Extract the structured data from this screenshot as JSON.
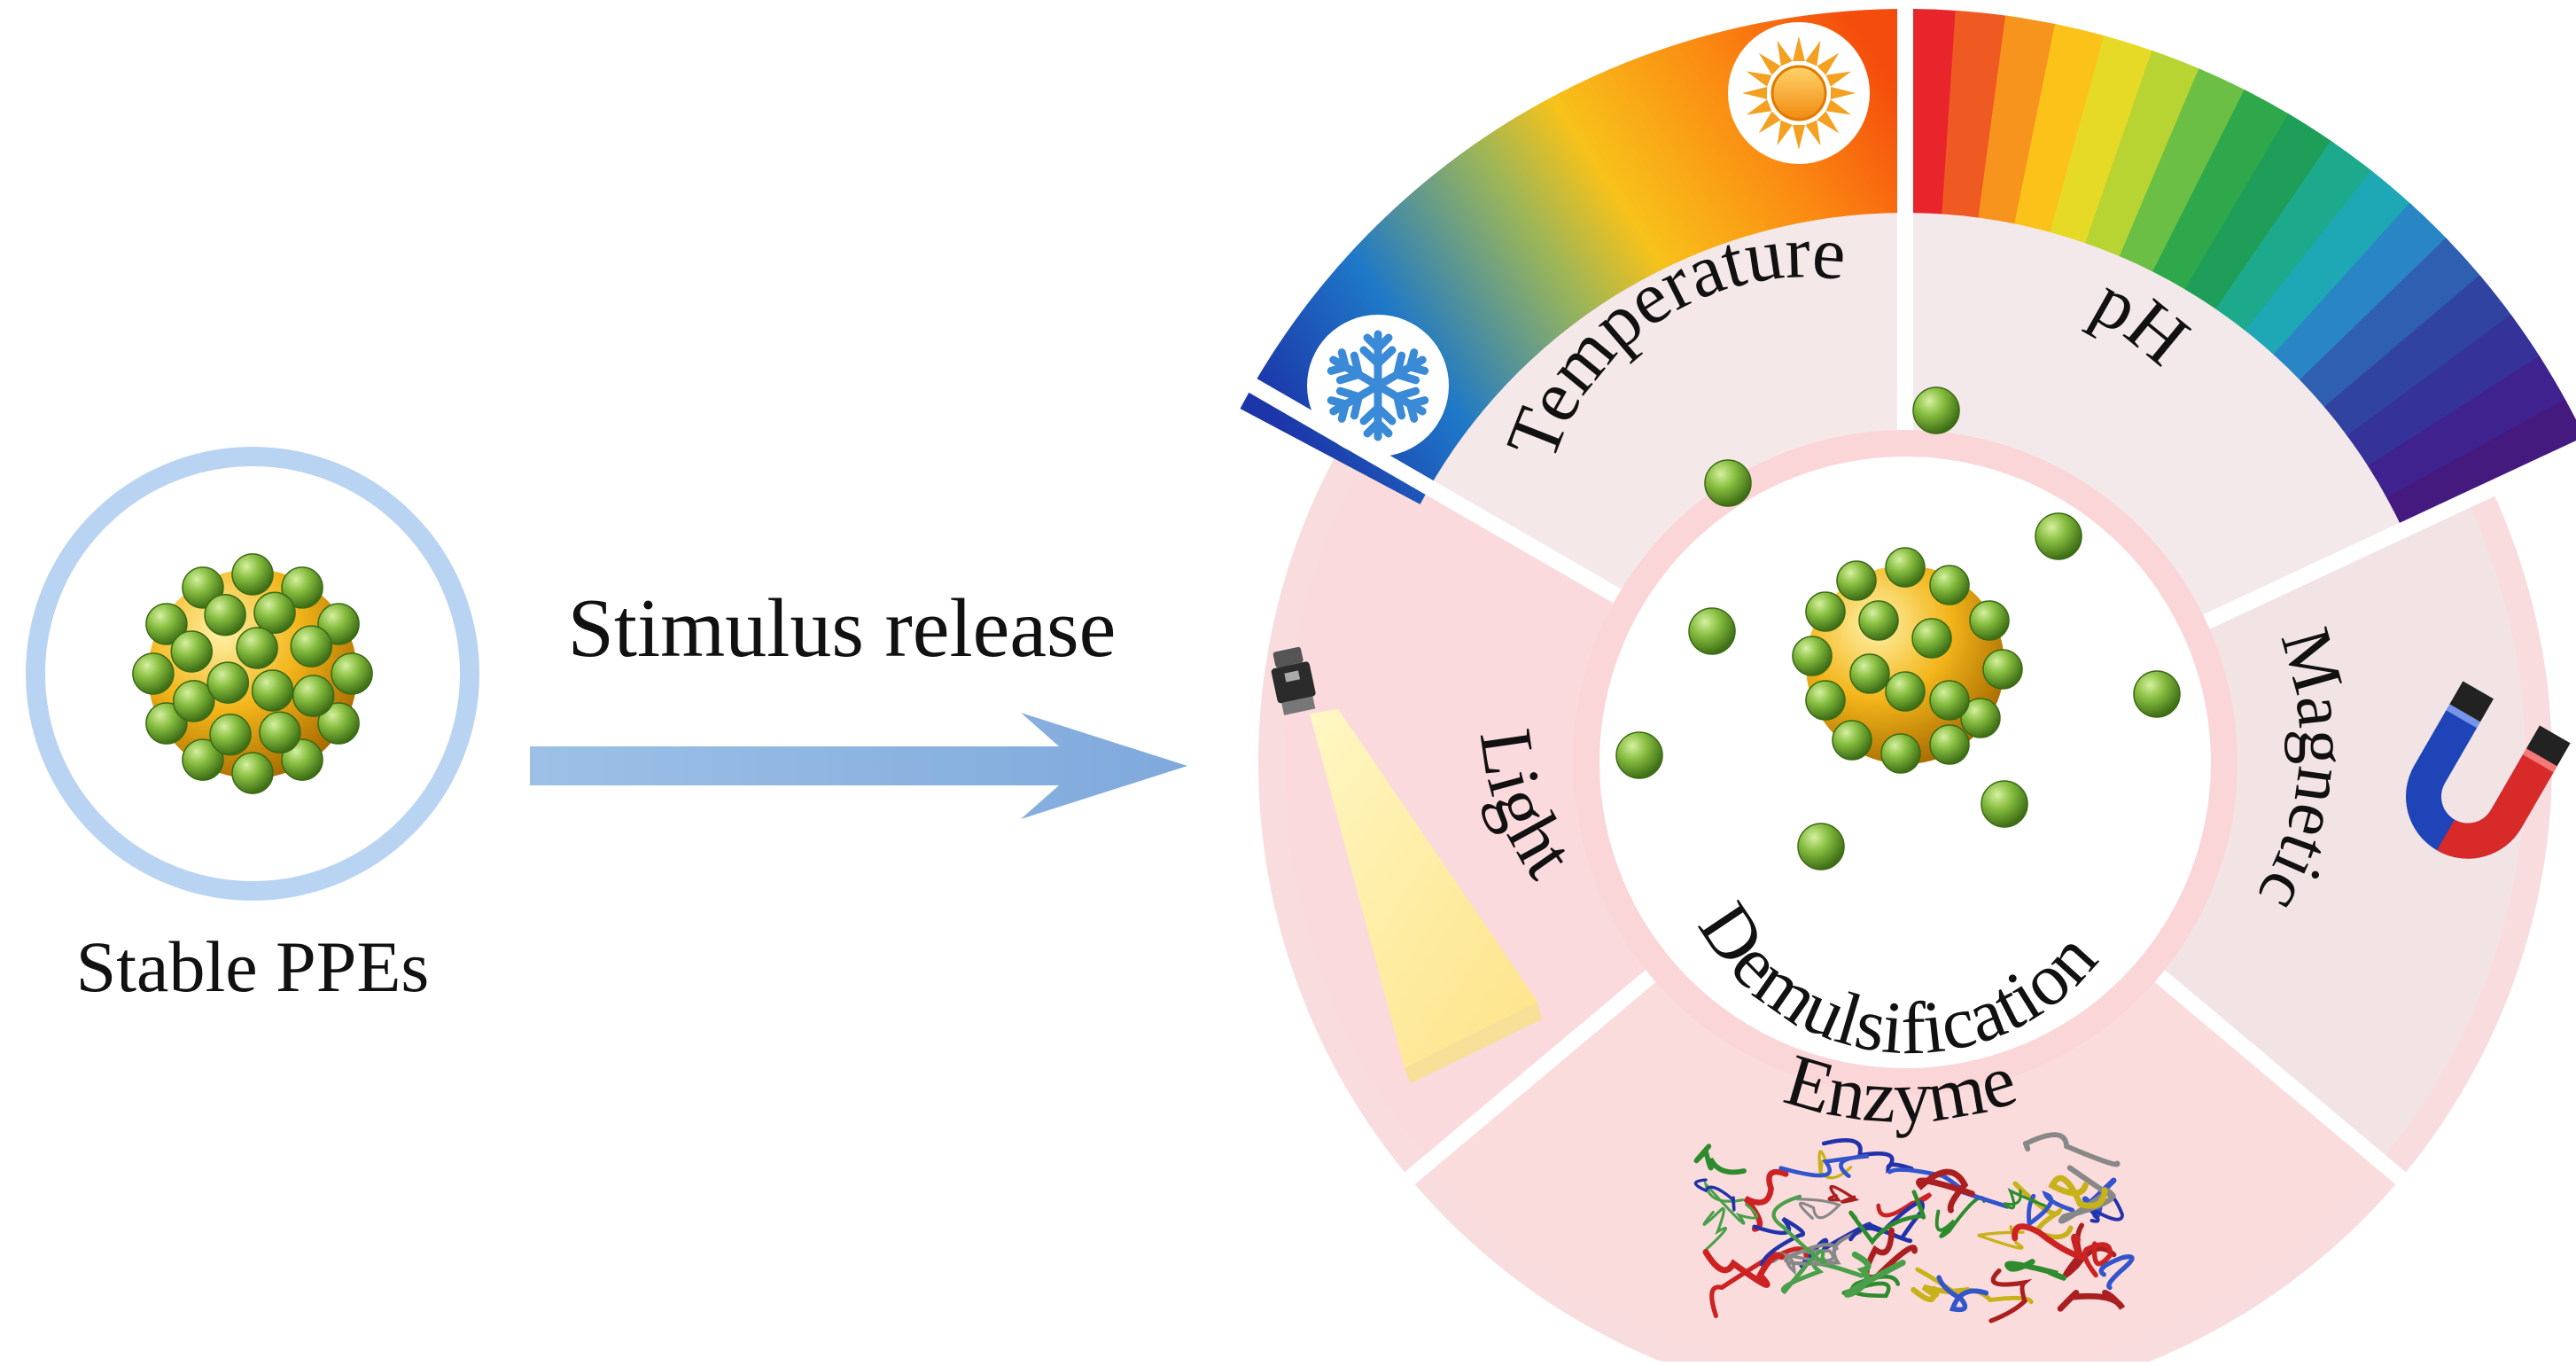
{
  "left": {
    "caption": "Stable PPEs",
    "arrow_label": "Stimulus release"
  },
  "wheel": {
    "center_label": "Demulsification",
    "segments": [
      {
        "key": "temperature",
        "label": "Temperature"
      },
      {
        "key": "ph",
        "label": "pH"
      },
      {
        "key": "magnetic",
        "label": "Magnetic"
      },
      {
        "key": "enzyme",
        "label": "Enzyme"
      },
      {
        "key": "light",
        "label": "Light"
      }
    ]
  },
  "colors": {
    "ring_blue": "#b9d3f2",
    "arrow_blue": "#9dc0e6",
    "particle_green": "#7bb23a",
    "core_gold": "#f3b51a",
    "segment_fill": "#fbe3e4",
    "outer_ring": "#f7d5d7"
  },
  "icons": {
    "temperature_cold": "snowflake-icon",
    "temperature_hot": "sun-icon",
    "magnetic": "horseshoe-magnet-icon",
    "light": "spotlight-icon",
    "enzyme": "protein-structure-icon"
  }
}
